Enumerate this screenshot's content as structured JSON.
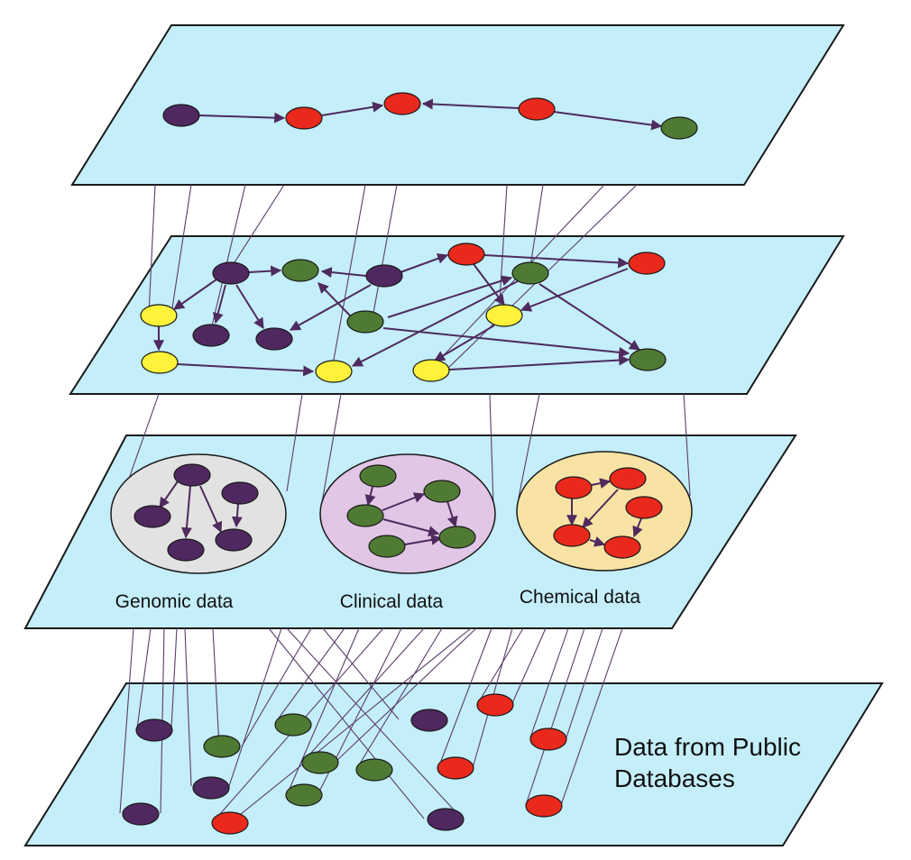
{
  "layers": [
    {
      "name": "pathway-layer"
    },
    {
      "name": "network-layer"
    },
    {
      "name": "dataset-layer"
    },
    {
      "name": "public-database-layer"
    }
  ],
  "datasets": [
    {
      "label": "Genomic data",
      "fill": "#e2e2e2"
    },
    {
      "label": "Clinical data",
      "fill": "#e1c6e6"
    },
    {
      "label": "Chemical data",
      "fill": "#f8e3a5"
    }
  ],
  "public_db_label": {
    "line1": "Data from Public",
    "line2": "Databases"
  },
  "colors": {
    "plane": "#c4eefa",
    "purple": "#4f2860",
    "red": "#e8291c",
    "green": "#4f7a33",
    "yellow": "#fff23a",
    "edge": "#4e2a5e"
  }
}
